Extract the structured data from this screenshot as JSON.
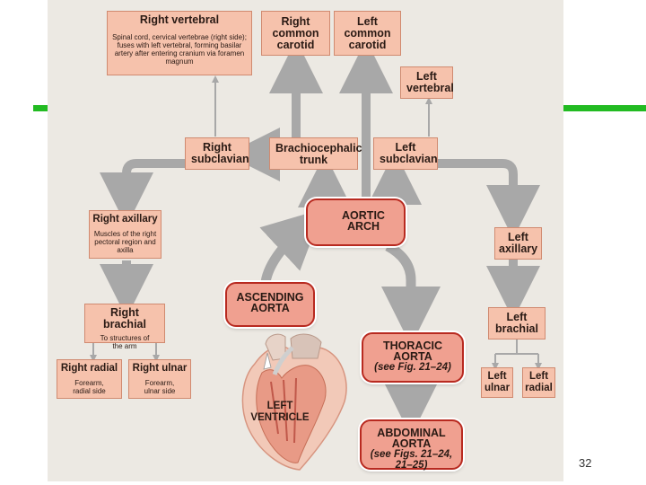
{
  "boxes": {
    "right_vertebral": {
      "title": "Right vertebral",
      "desc": "Spinal cord, cervical vertebrae (right side); fuses with left vertebral, forming basilar artery after entering cranium via foramen magnum"
    },
    "right_common_carotid": {
      "title": "Right common carotid"
    },
    "left_common_carotid": {
      "title": "Left common carotid"
    },
    "left_vertebral": {
      "title": "Left vertebral"
    },
    "right_subclavian": {
      "title": "Right subclavian"
    },
    "brachiocephalic_trunk": {
      "title": "Brachiocephalic trunk"
    },
    "left_subclavian": {
      "title": "Left subclavian"
    },
    "aortic_arch": {
      "title": "AORTIC ARCH"
    },
    "right_axillary": {
      "title": "Right axillary",
      "desc": "Muscles of the right pectoral region and axilla"
    },
    "left_axillary": {
      "title": "Left axillary"
    },
    "ascending_aorta": {
      "title": "ASCENDING AORTA"
    },
    "right_brachial": {
      "title": "Right brachial",
      "desc": "To structures of the arm"
    },
    "left_brachial": {
      "title": "Left brachial"
    },
    "thoracic_aorta": {
      "title": "THORACIC AORTA",
      "ref": "(see Fig. 21–24)"
    },
    "right_radial": {
      "title": "Right radial",
      "desc": "Forearm, radial side"
    },
    "right_ulnar": {
      "title": "Right ulnar",
      "desc": "Forearm, ulnar side"
    },
    "left_ulnar": {
      "title": "Left ulnar"
    },
    "left_radial": {
      "title": "Left radial"
    },
    "abdominal_aorta": {
      "title": "ABDOMINAL AORTA",
      "ref": "(see Figs. 21–24, 21–25)"
    },
    "left_ventricle": {
      "title": "LEFT VENTRICLE"
    }
  },
  "page_number": "32",
  "colors": {
    "accent_bar": "#22bb22",
    "box_fill": "#f6c2ac",
    "big_box_border": "#b82a20",
    "arrow": "#a8a8a8"
  }
}
